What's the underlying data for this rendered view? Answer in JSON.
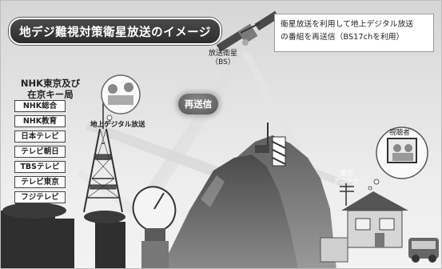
{
  "title": "地デジ難視対策衛星放送のイメージ",
  "note": {
    "line1": "衛星放送を利用して地上デジタル放送",
    "line2": "の番組を再送信（BS17chを利用）"
  },
  "satellite_label": {
    "line1": "放送衛星",
    "line2": "（BS）"
  },
  "stations_title": {
    "line1": "NHK東京及び",
    "line2": "在京キー局"
  },
  "stations": [
    "NHK総合",
    "NHK教育",
    "日本テレビ",
    "テレビ朝日",
    "TBSテレビ",
    "テレビ東京",
    "フジテレビ"
  ],
  "resend_label": "再送信",
  "terrestrial_label": "地上デジタル放送",
  "viewer_label": "視聴者",
  "antenna_label": {
    "line1": "受信",
    "line2": "アンテナ"
  },
  "colors": {
    "title_bg": "#3a3a3a",
    "beam": "#d2d2d2",
    "mountain": "#6f6f6f",
    "sky": "#dcdcdc"
  },
  "icons": [
    "satellite-icon",
    "tokyo-tower-icon",
    "parabolic-dish-icon",
    "relay-tower-icon",
    "house-icon",
    "tv-icon",
    "people-icon",
    "car-icon"
  ]
}
